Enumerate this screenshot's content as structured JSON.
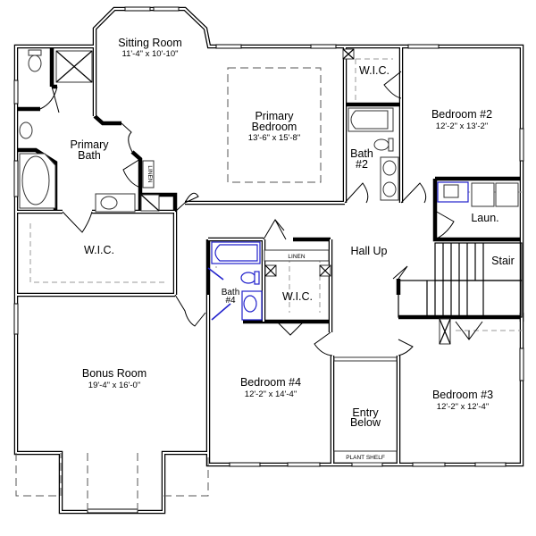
{
  "plan": {
    "rooms": [
      {
        "id": "sitting-room",
        "name": "Sitting Room",
        "dims": "11'-4\" x 10'-10\""
      },
      {
        "id": "primary-bedroom",
        "name_line1": "Primary",
        "name_line2": "Bedroom",
        "dims": "13'-6\" x 15'-8\""
      },
      {
        "id": "primary-bath",
        "name_line1": "Primary",
        "name_line2": "Bath"
      },
      {
        "id": "primary-wic",
        "name": "W.I.C."
      },
      {
        "id": "bedroom-2",
        "name": "Bedroom #2",
        "dims": "12'-2\" x 13'-2\""
      },
      {
        "id": "bedroom-2-wic",
        "name": "W.I.C."
      },
      {
        "id": "bath-2",
        "name_line1": "Bath",
        "name_line2": "#2"
      },
      {
        "id": "laundry",
        "name": "Laun."
      },
      {
        "id": "hall-up",
        "name": "Hall Up"
      },
      {
        "id": "stair",
        "name": "Stair"
      },
      {
        "id": "bath-4",
        "name_line1": "Bath",
        "name_line2": "#4"
      },
      {
        "id": "bedroom-4-wic",
        "name": "W.I.C."
      },
      {
        "id": "bonus-room",
        "name": "Bonus Room",
        "dims": "19'-4\" x 16'-0\""
      },
      {
        "id": "bedroom-4",
        "name": "Bedroom #4",
        "dims": "12'-2\" x 14'-4\""
      },
      {
        "id": "entry-below",
        "name_line1": "Entry",
        "name_line2": "Below"
      },
      {
        "id": "bedroom-3",
        "name": "Bedroom #3",
        "dims": "12'-2\" x 12'-4\""
      }
    ],
    "labels": {
      "linen_primary": "LINEN",
      "linen_hall": "LINEN",
      "plant_shelf": "PLANT SHELF"
    },
    "colors": {
      "walls": "#000000",
      "background": "#ffffff",
      "plumbing_highlight": "#2222cc"
    }
  }
}
